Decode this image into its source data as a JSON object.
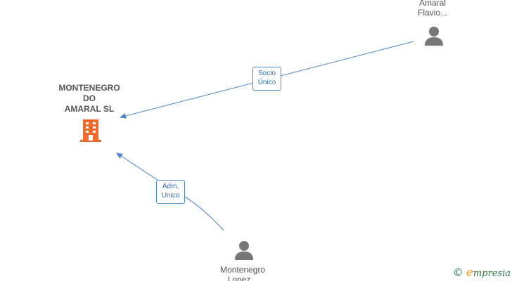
{
  "company": {
    "name_lines": [
      "MONTENEGRO",
      "DO",
      "AMARAL  SL"
    ],
    "icon": "building-icon",
    "color": "#f26a30"
  },
  "persons": [
    {
      "name_lines": [
        "Amaral",
        "Flavio..."
      ],
      "icon": "person-icon"
    },
    {
      "name_lines": [
        "Montenegro",
        "Lopez..."
      ],
      "icon": "person-icon"
    }
  ],
  "relations": [
    {
      "label_lines": [
        "Socio",
        "Único"
      ]
    },
    {
      "label_lines": [
        "Adm.",
        "Unico"
      ]
    }
  ],
  "edge_color": "#4a86c8",
  "person_color": "#777777",
  "brand": {
    "copyright": "©",
    "first_letter": "e",
    "rest": "mpresia"
  }
}
